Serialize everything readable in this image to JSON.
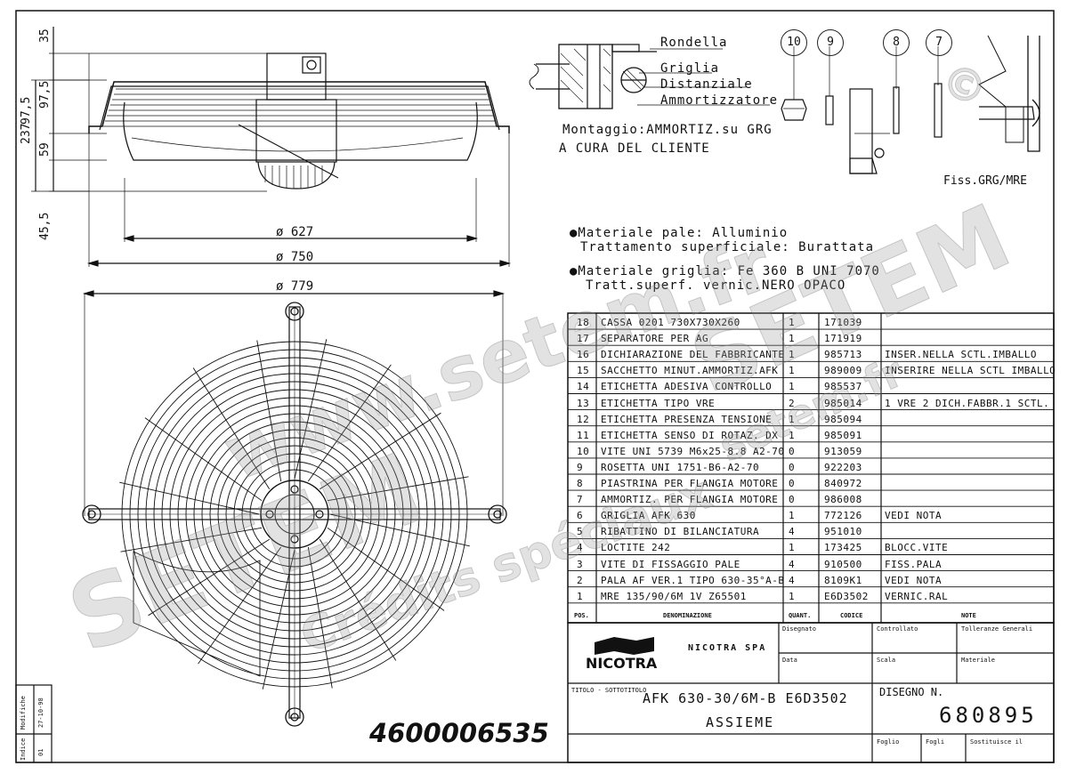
{
  "dims": {
    "h35": "35",
    "h97": "97,5",
    "h97b": "97,5",
    "h237": "237",
    "h59": "59",
    "h45": "45,5",
    "d627": "ø 627",
    "d750": "ø 750",
    "d779": "ø 779"
  },
  "detail": {
    "rondella": "Rondella",
    "griglia": "Griglia",
    "distanziale": "Distanziale",
    "ammortizzatore": "Ammortizzatore",
    "montaggio_1": "Montaggio:AMMORTIZ.su GRG",
    "montaggio_2": "A CURA DEL CLIENTE",
    "fiss": "Fiss.GRG/MRE",
    "callouts": [
      "10",
      "9",
      "8",
      "7"
    ]
  },
  "notes": {
    "line1": "●Materiale pale: Alluminio",
    "line2": "Trattamento superficiale: Burattata",
    "line3": "●Materiale griglia: Fe 360 B  UNI 7070",
    "line4": "Tratt.superf. vernic.NERO OPACO"
  },
  "bom": {
    "rows": [
      {
        "pos": "18",
        "name": "CASSA 0201  730X730X260",
        "qty": "1",
        "code": "171039",
        "note": ""
      },
      {
        "pos": "17",
        "name": "SEPARATORE PER AG",
        "qty": "1",
        "code": "171919",
        "note": ""
      },
      {
        "pos": "16",
        "name": "DICHIARAZIONE DEL FABBRICANTE",
        "qty": "1",
        "code": "985713",
        "note": "INSER.NELLA SCTL.IMBALLO"
      },
      {
        "pos": "15",
        "name": "SACCHETTO MINUT.AMMORTIZ.AFK",
        "qty": "1",
        "code": "989009",
        "note": "INSERIRE NELLA SCTL IMBALLO"
      },
      {
        "pos": "14",
        "name": "ETICHETTA ADESIVA CONTROLLO",
        "qty": "1",
        "code": "985537",
        "note": ""
      },
      {
        "pos": "13",
        "name": "ETICHETTA TIPO VRE",
        "qty": "2",
        "code": "985014",
        "note": "1 VRE 2 DICH.FABBR.1 SCTL."
      },
      {
        "pos": "12",
        "name": "ETICHETTA PRESENZA TENSIONE",
        "qty": "1",
        "code": "985094",
        "note": ""
      },
      {
        "pos": "11",
        "name": "ETICHETTA SENSO DI ROTAZ. DX",
        "qty": "1",
        "code": "985091",
        "note": ""
      },
      {
        "pos": "10",
        "name": "VITE UNI 5739 M6x25-8.8 A2-70",
        "qty": "0",
        "code": "913059",
        "note": ""
      },
      {
        "pos": "9",
        "name": "ROSETTA UNI 1751-B6-A2-70",
        "qty": "0",
        "code": "922203",
        "note": ""
      },
      {
        "pos": "8",
        "name": "PIASTRINA PER FLANGIA MOTORE",
        "qty": "0",
        "code": "840972",
        "note": ""
      },
      {
        "pos": "7",
        "name": "AMMORTIZ. PER FLANGIA MOTORE",
        "qty": "0",
        "code": "986008",
        "note": ""
      },
      {
        "pos": "6",
        "name": "GRIGLIA AFK 630",
        "qty": "1",
        "code": "772126",
        "note": "VEDI NOTA"
      },
      {
        "pos": "5",
        "name": "RIBATTINO DI BILANCIATURA",
        "qty": "4",
        "code": "951010",
        "note": ""
      },
      {
        "pos": "4",
        "name": "LOCTITE 242",
        "qty": "1",
        "code": "173425",
        "note": "BLOCC.VITE"
      },
      {
        "pos": "3",
        "name": "VITE DI FISSAGGIO PALE",
        "qty": "4",
        "code": "910500",
        "note": "FISS.PALA"
      },
      {
        "pos": "2",
        "name": "PALA AF VER.1 TIPO 630-35°A-B",
        "qty": "4",
        "code": "8109K1",
        "note": "VEDI NOTA"
      },
      {
        "pos": "1",
        "name": "MRE 135/90/6M 1V  Z65501",
        "qty": "1",
        "code": "E6D3502",
        "note": "VERNIC.RAL"
      }
    ],
    "headers": {
      "pos": "POS.",
      "name": "DENOMINAZIONE",
      "qty": "QUANT.",
      "code": "CODICE",
      "note": "NOTE"
    }
  },
  "titleblock": {
    "company": "NICOTRA",
    "company_spa": "NICOTRA SPA",
    "disegnato": "Disegnato",
    "controllato": "Controllato",
    "tolleranze": "Tolleranze Generali",
    "data": "Data",
    "scala": "Scala",
    "materiale": "Materiale",
    "titolo_lbl": "TITOLO - SOTTOTITOLO",
    "titolo": "AFK 630-30/6M-B E6D3502",
    "sottotitolo": "ASSIEME",
    "disegno_lbl": "DISEGNO N.",
    "disegno_n": "680895",
    "foglio": "Foglio",
    "fogli": "Fogli",
    "sostituisce": "Sostituisce il"
  },
  "revision": {
    "modifiche": "Modifiche",
    "indice": "Indice",
    "date": "27-10-98",
    "idx": "01"
  },
  "part_number": "4600006535",
  "watermarks": [
    "www.setem.fr",
    "SETEM",
    "SETEM",
    "setem.fr",
    "Crédits spéciaux"
  ],
  "copyright_symbol": "©"
}
